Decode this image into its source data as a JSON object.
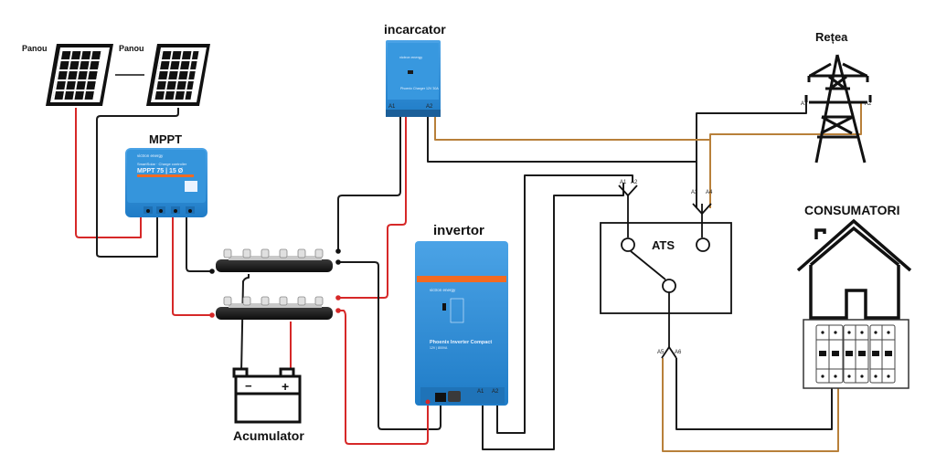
{
  "diagram": {
    "title": "Sistem fotovoltaic hibrid cu ATS",
    "colors": {
      "wire_dc_positive": "#d62828",
      "wire_dc_negative": "#1a1a1a",
      "wire_ac_line": "#b8803a",
      "wire_ac_neutral": "#1a1a1a",
      "device_blue": "#2f8fd8",
      "device_orange": "#f26a21"
    },
    "labels": {
      "panel_1": "Panou",
      "panel_2": "Panou",
      "mppt": "MPPT",
      "charger": "incarcator",
      "inverter": "invertor",
      "grid": "Rețea",
      "consumers": "CONSUMATORI",
      "ats": "ATS",
      "battery": "Acumulator"
    },
    "devices": {
      "mppt": {
        "brand": "victron energy",
        "series": "SmartSolar · Charge controller",
        "model": "MPPT 75 | 15 Ø"
      },
      "charger": {
        "brand": "victron energy",
        "model": "Phoenix Charger 12V 30A"
      },
      "inverter": {
        "brand": "victron energy",
        "model": "Phoenix Inverter Compact",
        "sub": "12V | 800VA"
      }
    },
    "terminals": {
      "charger_in_a1": "A1",
      "charger_in_a2": "A2",
      "inverter_out_a1": "A1",
      "inverter_out_a2": "A2",
      "grid_a1": "A1",
      "grid_a2": "A2",
      "ats_in1_a1": "A1",
      "ats_in1_a2": "A2",
      "ats_in2_a3": "A3",
      "ats_in2_a4": "A4",
      "ats_out_a5": "A5",
      "ats_out_a6": "A6"
    },
    "battery": {
      "minus": "−",
      "plus": "+"
    }
  }
}
